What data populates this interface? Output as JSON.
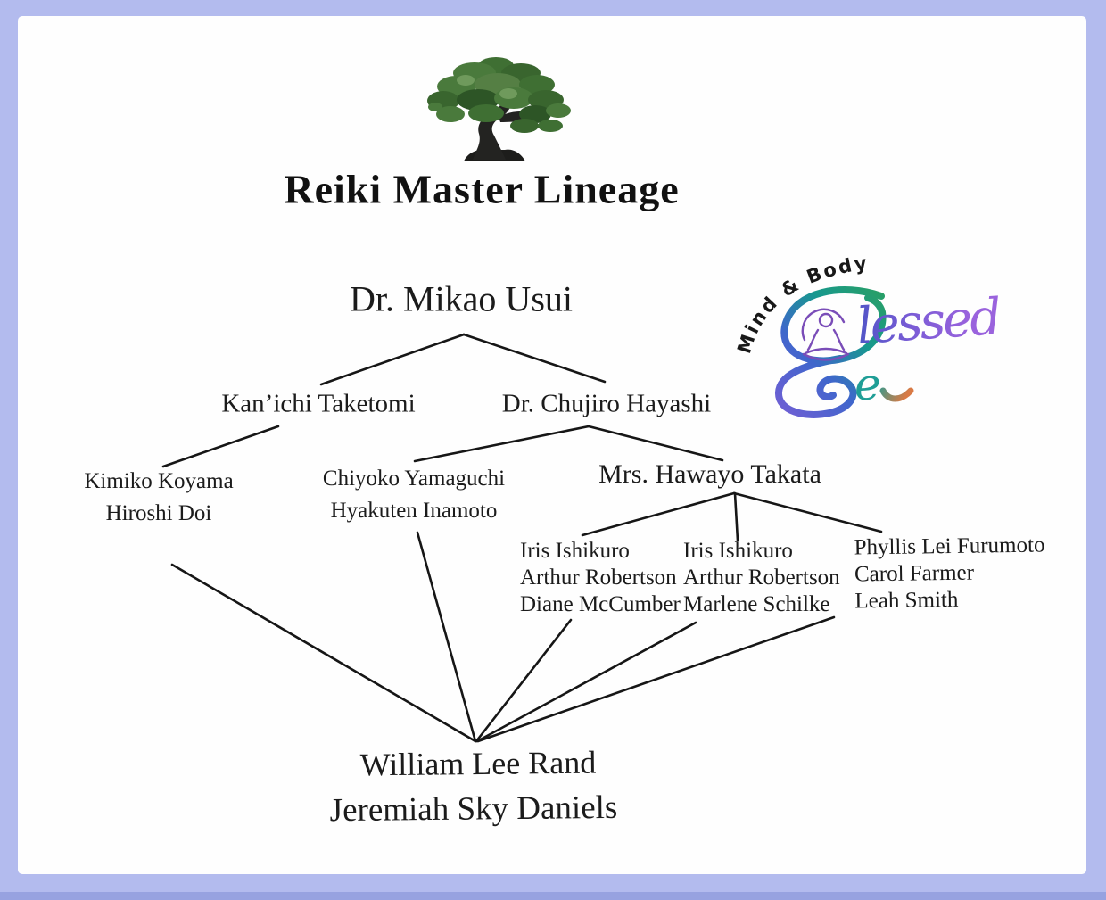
{
  "page": {
    "title": "Reiki Master Lineage",
    "background_color": "#fefefe",
    "border_color": "#b3bbee",
    "line_color": "#161616",
    "text_color": "#1b1b1b"
  },
  "header_icon": "bonsai-tree-icon",
  "lineage": {
    "usui": "Dr. Mikao Usui",
    "taketomi": "Kan’ichi Taketomi",
    "hayashi": "Dr. Chujiro Hayashi",
    "koyama_group": [
      "Kimiko Koyama",
      "Hiroshi Doi"
    ],
    "yamaguchi_group": [
      "Chiyoko Yamaguchi",
      "Hyakuten Inamoto"
    ],
    "takata": "Mrs. Hawayo Takata",
    "takata_line1": [
      "Iris Ishikuro",
      "Arthur Robertson",
      "Diane McCumber"
    ],
    "takata_line2": [
      "Iris Ishikuro",
      "Arthur Robertson",
      "Marlene Schilke"
    ],
    "takata_line3": [
      "Phyllis Lei Furumoto",
      "Carol Farmer",
      "Leah Smith"
    ],
    "current": [
      "William Lee Rand",
      "Jeremiah Sky Daniels"
    ]
  },
  "edges": [
    {
      "from": "Dr. Mikao Usui",
      "to": "Kan’ichi Taketomi"
    },
    {
      "from": "Dr. Mikao Usui",
      "to": "Dr. Chujiro Hayashi"
    },
    {
      "from": "Kan’ichi Taketomi",
      "to": "Kimiko Koyama / Hiroshi Doi"
    },
    {
      "from": "Dr. Chujiro Hayashi",
      "to": "Chiyoko Yamaguchi / Hyakuten Inamoto"
    },
    {
      "from": "Dr. Chujiro Hayashi",
      "to": "Mrs. Hawayo Takata"
    },
    {
      "from": "Mrs. Hawayo Takata",
      "to": "Iris Ishikuro / Arthur Robertson / Diane McCumber"
    },
    {
      "from": "Mrs. Hawayo Takata",
      "to": "Iris Ishikuro / Arthur Robertson / Marlene Schilke"
    },
    {
      "from": "Mrs. Hawayo Takata",
      "to": "Phyllis Lei Furumoto / Carol Farmer / Leah Smith"
    },
    {
      "from": "Kimiko Koyama / Hiroshi Doi",
      "to": "William Lee Rand / Jeremiah Sky Daniels"
    },
    {
      "from": "Chiyoko Yamaguchi / Hyakuten Inamoto",
      "to": "William Lee Rand / Jeremiah Sky Daniels"
    },
    {
      "from": "Iris Ishikuro / Arthur Robertson / Diane McCumber",
      "to": "William Lee Rand / Jeremiah Sky Daniels"
    },
    {
      "from": "Iris Ishikuro / Arthur Robertson / Marlene Schilke",
      "to": "William Lee Rand / Jeremiah Sky Daniels"
    },
    {
      "from": "Phyllis Lei Furumoto / Carol Farmer / Leah Smith",
      "to": "William Lee Rand / Jeremiah Sky Daniels"
    }
  ],
  "logo": {
    "arc_text": "Mind & Body",
    "brand": "Blessed Be",
    "script_suffix": "lessed",
    "script_e": "e",
    "icon": "meditating-figure-icon",
    "gradient_colors": [
      "#6f5fd4",
      "#3f66cc",
      "#17988f",
      "#2ba05f"
    ],
    "accent_orange": "#d97a45",
    "figure_color": "#7a4db8"
  }
}
